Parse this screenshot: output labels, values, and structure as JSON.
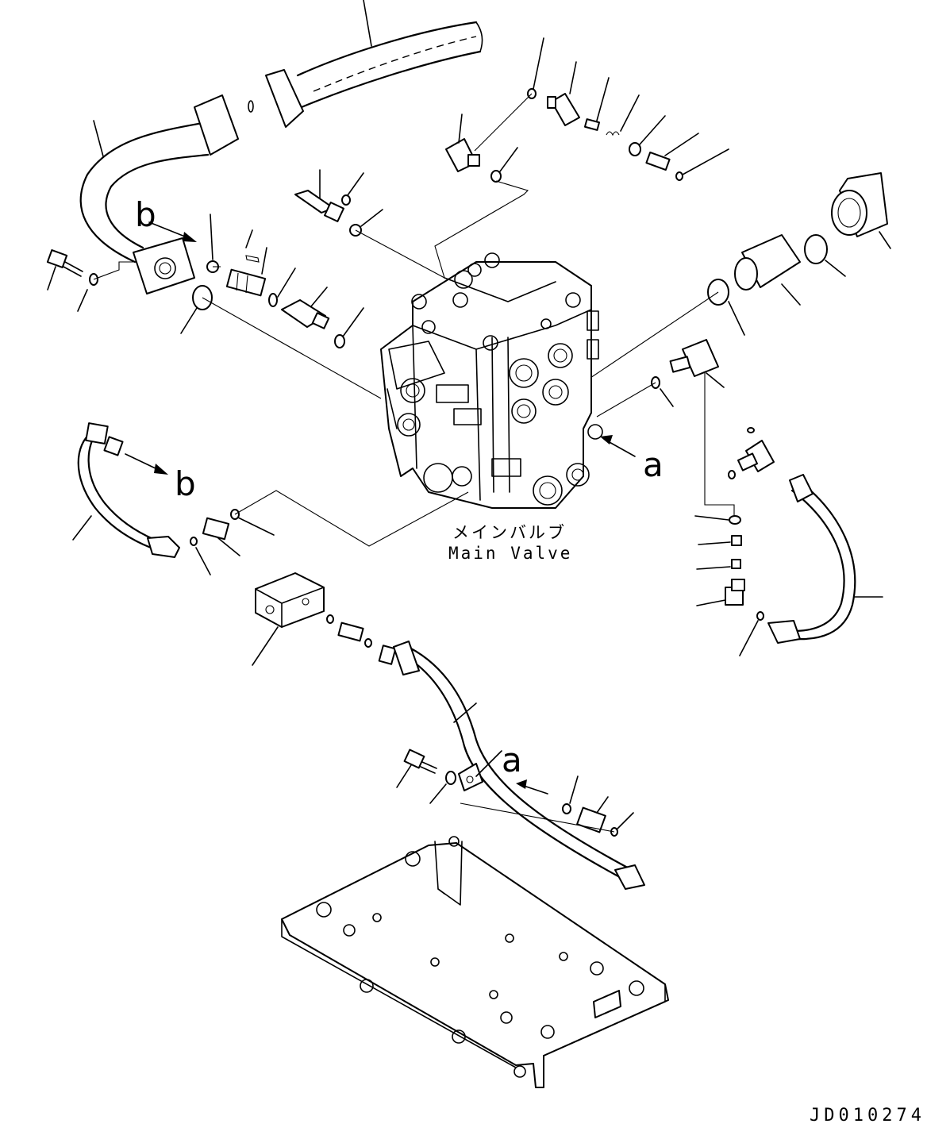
{
  "diagram": {
    "main_valve_label_jp": "メインバルブ",
    "main_valve_label_en": "Main Valve",
    "drawing_code": "JD010274",
    "view_markers": {
      "b_left": "b",
      "b_right": "b",
      "a_right": "a",
      "a_lower": "a"
    }
  }
}
